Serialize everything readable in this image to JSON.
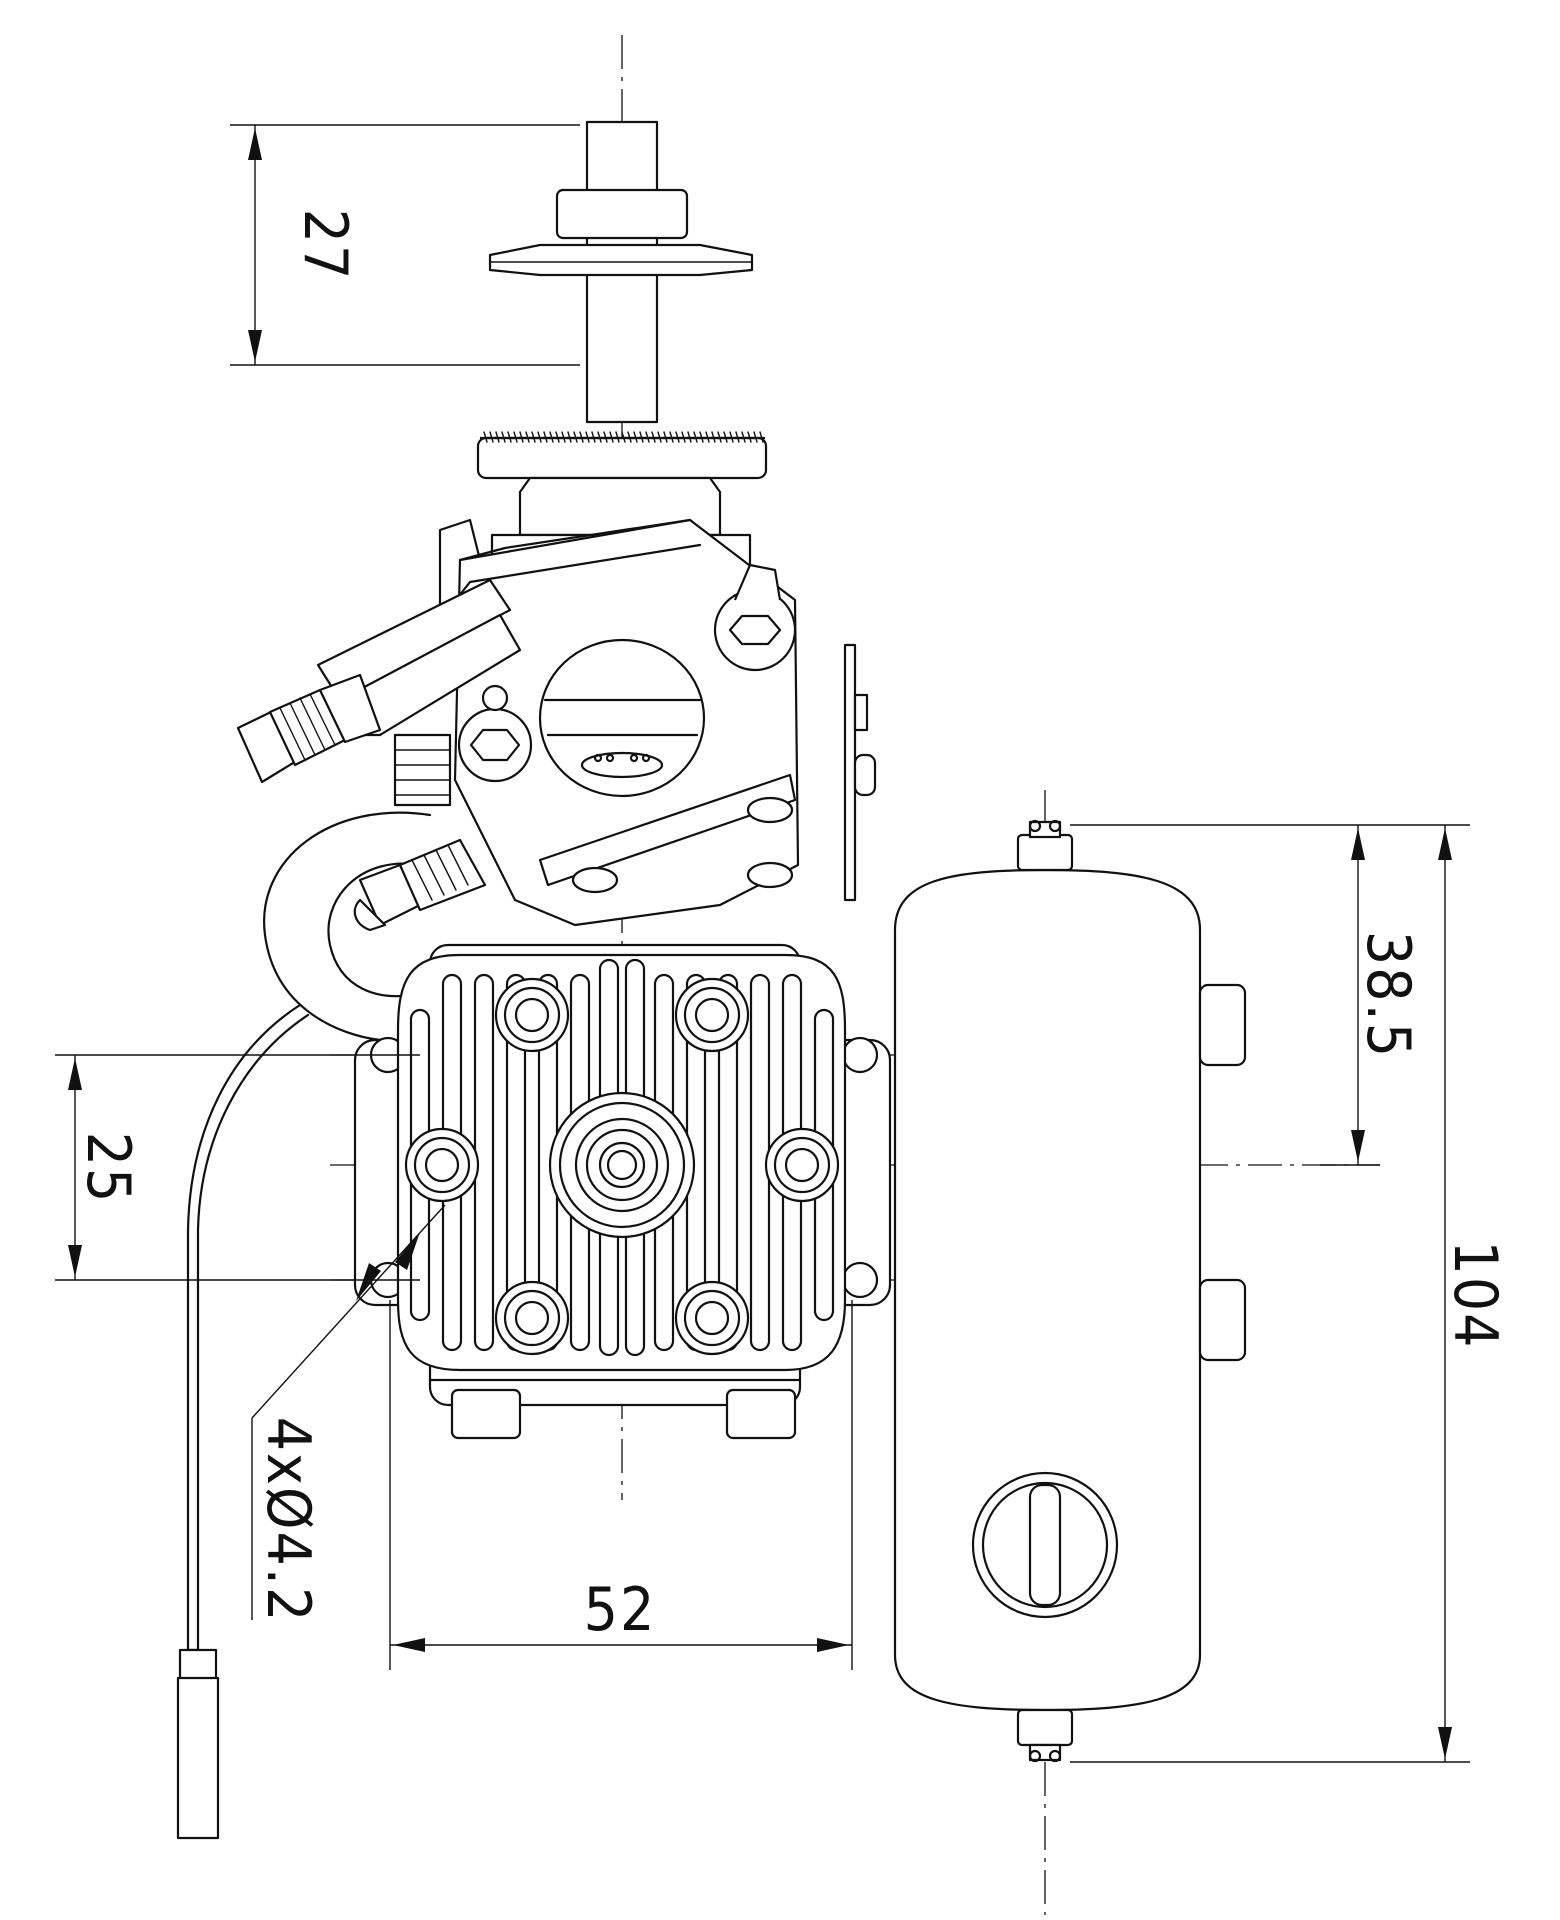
{
  "drawing": {
    "dimensions": {
      "shaft_length": "27",
      "tank_offset": "38.5",
      "bolt_spacing_vertical": "25",
      "mount_holes": "4xØ4.2",
      "bolt_spacing_horizontal": "52",
      "tank_height": "104"
    }
  }
}
